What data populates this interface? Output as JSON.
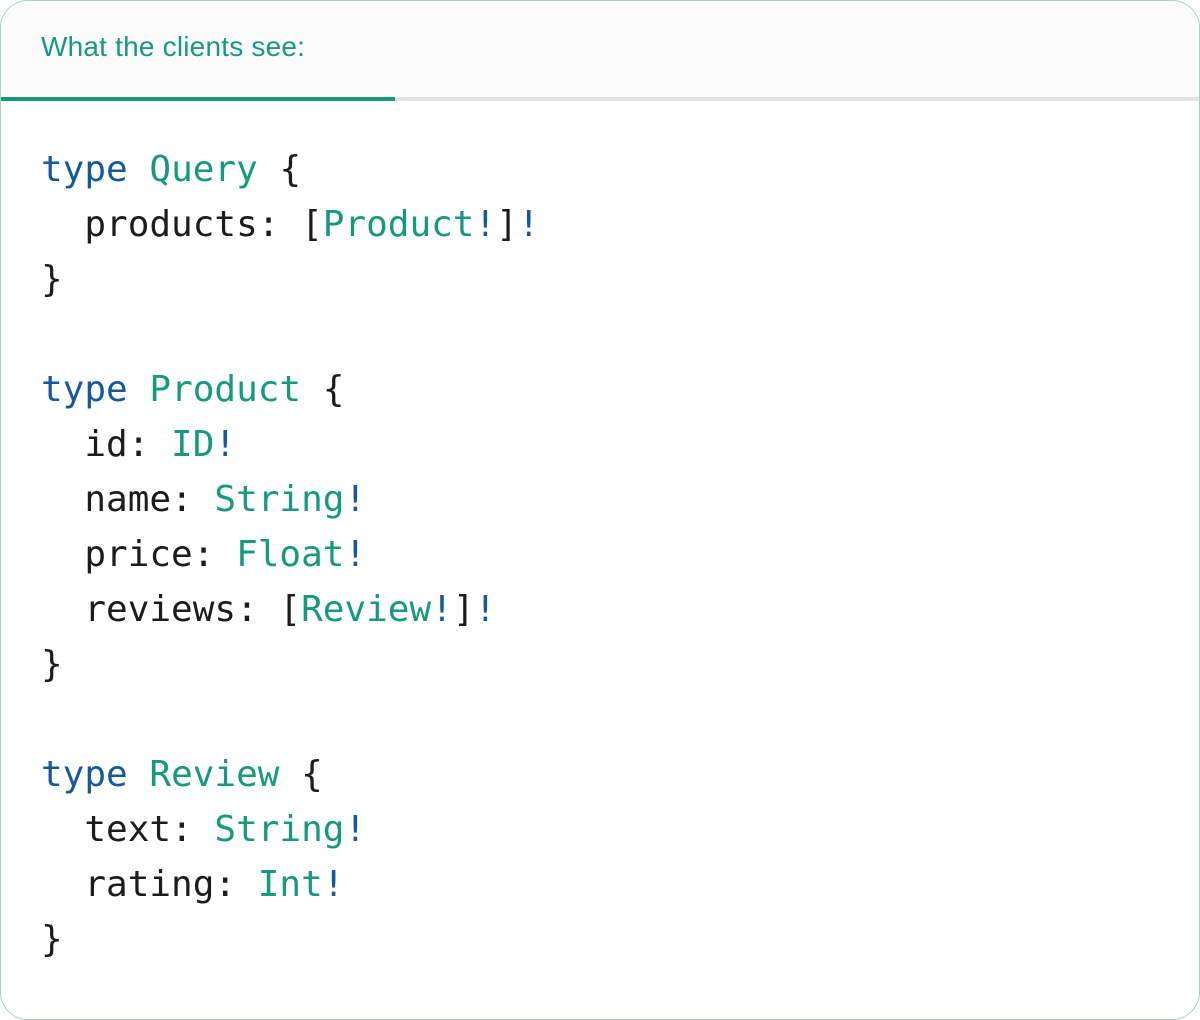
{
  "colors": {
    "green": "#17997d",
    "blue": "#15599c",
    "text": "#1c1c1c",
    "underline_gray": "#e3e3e3",
    "tabbar_bg": "#fbfbfb",
    "border_green": "#a5d2b8",
    "panel_bg": "#ffffff"
  },
  "tab": {
    "label": "What the clients see:"
  },
  "code": {
    "lines": [
      [
        {
          "t": "type",
          "c": "kw"
        },
        {
          "t": " ",
          "c": "plain"
        },
        {
          "t": "Query",
          "c": "type"
        },
        {
          "t": " {",
          "c": "plain"
        }
      ],
      [
        {
          "t": "  products: [",
          "c": "plain"
        },
        {
          "t": "Product",
          "c": "type"
        },
        {
          "t": "!",
          "c": "bang"
        },
        {
          "t": "]",
          "c": "plain"
        },
        {
          "t": "!",
          "c": "bang"
        }
      ],
      [
        {
          "t": "}",
          "c": "plain"
        }
      ],
      [],
      [
        {
          "t": "type",
          "c": "kw"
        },
        {
          "t": " ",
          "c": "plain"
        },
        {
          "t": "Product",
          "c": "type"
        },
        {
          "t": " {",
          "c": "plain"
        }
      ],
      [
        {
          "t": "  id: ",
          "c": "plain"
        },
        {
          "t": "ID",
          "c": "type"
        },
        {
          "t": "!",
          "c": "bang"
        }
      ],
      [
        {
          "t": "  name: ",
          "c": "plain"
        },
        {
          "t": "String",
          "c": "type"
        },
        {
          "t": "!",
          "c": "bang"
        }
      ],
      [
        {
          "t": "  price: ",
          "c": "plain"
        },
        {
          "t": "Float",
          "c": "type"
        },
        {
          "t": "!",
          "c": "bang"
        }
      ],
      [
        {
          "t": "  reviews: [",
          "c": "plain"
        },
        {
          "t": "Review",
          "c": "type"
        },
        {
          "t": "!",
          "c": "bang"
        },
        {
          "t": "]",
          "c": "plain"
        },
        {
          "t": "!",
          "c": "bang"
        }
      ],
      [
        {
          "t": "}",
          "c": "plain"
        }
      ],
      [],
      [
        {
          "t": "type",
          "c": "kw"
        },
        {
          "t": " ",
          "c": "plain"
        },
        {
          "t": "Review",
          "c": "type"
        },
        {
          "t": " {",
          "c": "plain"
        }
      ],
      [
        {
          "t": "  text: ",
          "c": "plain"
        },
        {
          "t": "String",
          "c": "type"
        },
        {
          "t": "!",
          "c": "bang"
        }
      ],
      [
        {
          "t": "  rating: ",
          "c": "plain"
        },
        {
          "t": "Int",
          "c": "type"
        },
        {
          "t": "!",
          "c": "bang"
        }
      ],
      [
        {
          "t": "}",
          "c": "plain"
        }
      ]
    ]
  }
}
